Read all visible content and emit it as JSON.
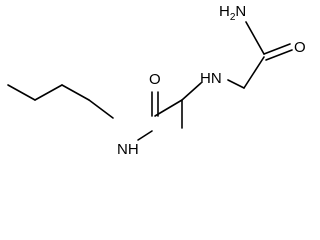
{
  "molecule": {
    "atoms": {
      "amide_nh2": {
        "main": "H",
        "sub": "2",
        "tail": "N"
      },
      "amide_o_top": "O",
      "amine_nh": "HN",
      "amide_o_mid": "O",
      "amide_nh": "NH"
    }
  },
  "colors": {
    "bond": "#000000",
    "text": "#000000",
    "background": "#ffffff"
  }
}
